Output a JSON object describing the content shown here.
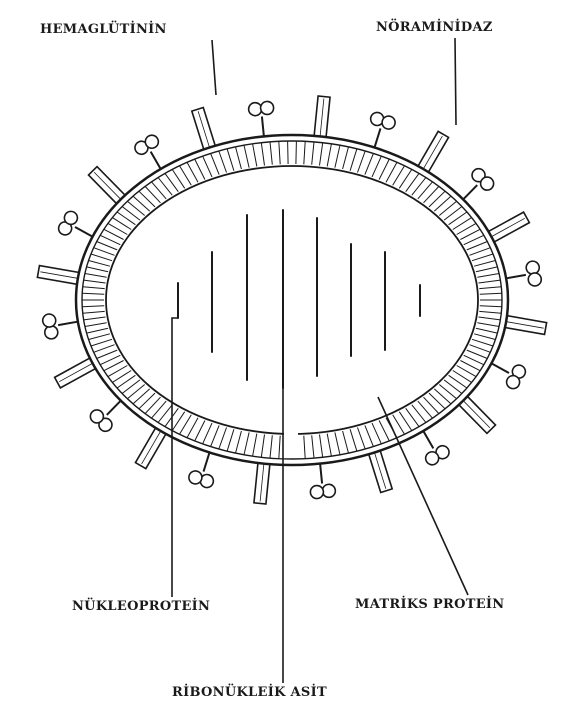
{
  "labels": {
    "hemaglutinin": "HEMAGLÜTİNİN",
    "noraminidaz": "NÖRAMİNİDAZ",
    "nukleoprotein": "NÜKLEOPROTEİN",
    "matriks_protein": "MATRİKS PROTEİN",
    "ribonukleik_asit": "RİBONÜKLEİK ASİT"
  },
  "colors": {
    "ink": "#1a1a1a",
    "paper": "#ffffff"
  }
}
